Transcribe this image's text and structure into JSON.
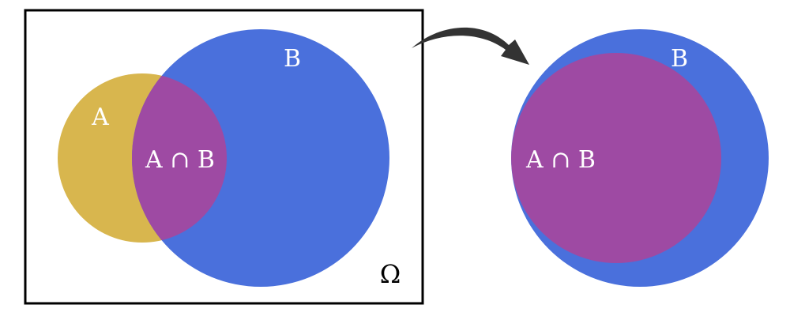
{
  "colors": {
    "set_a": "#D8B64E",
    "set_b": "#4A70DC",
    "intersection": "#9E4AA3",
    "frame": "#000000",
    "arrow": "#333333",
    "label": "#ffffff"
  },
  "left_diagram": {
    "label_a": "A",
    "label_b": "B",
    "label_intersection": "A ∩ B",
    "label_universe": "Ω"
  },
  "right_diagram": {
    "label_b": "B",
    "label_intersection": "A ∩ B"
  },
  "icons": {
    "transition": "curved-arrow-icon"
  }
}
